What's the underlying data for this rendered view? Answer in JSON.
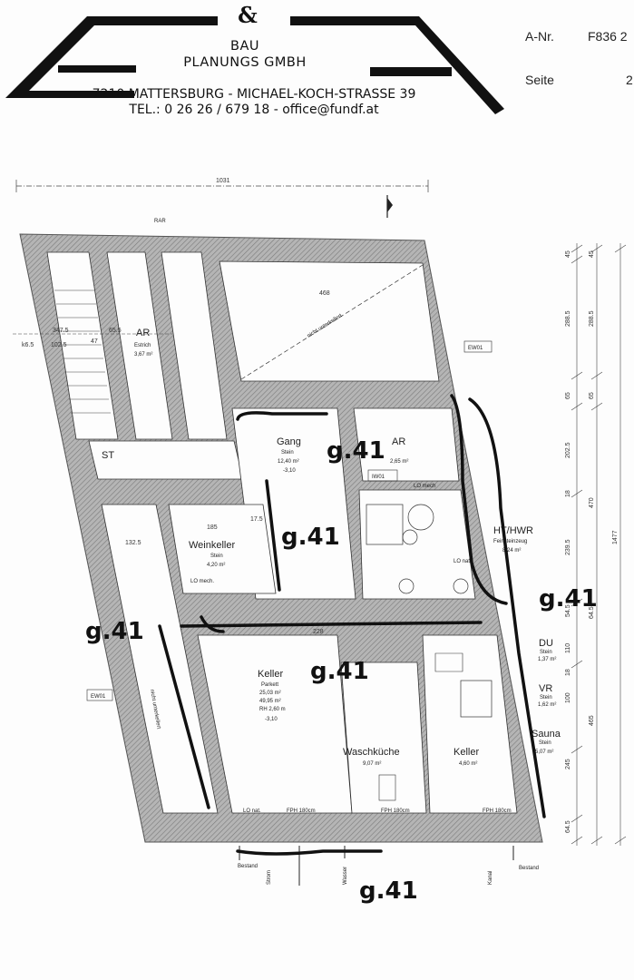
{
  "header": {
    "ampersand": "&",
    "company_line1": "BAU",
    "company_line2": "PLANUNGS GMBH",
    "address_line1": "7210 MATTERSBURG - MICHAEL-KOCH-STRASSE 39",
    "address_line2": "TEL.: 0 26 26 / 679 18 - office@fundf.at",
    "a_nr_label": "A-Nr.",
    "a_nr_value": "F836 2",
    "seite_label": "Seite",
    "seite_value": "2"
  },
  "plan": {
    "top_dim": "1031",
    "room_ar_top": {
      "name": "AR",
      "sub": "Estrich",
      "area": "3,67 m²"
    },
    "room_gang": {
      "name": "Gang",
      "sub": "Stein",
      "area": "12,40 m²",
      "level": "-3,10"
    },
    "room_ar_mid": {
      "name": "AR",
      "area": "2,65 m²"
    },
    "room_weinkeller": {
      "name": "Weinkeller",
      "sub": "Stein",
      "area": "4,20 m²",
      "note": "LO mech."
    },
    "room_hthwr": {
      "name": "HT/HWR",
      "sub": "Feinsteinzeug",
      "area": "8,24 m²"
    },
    "room_keller_main": {
      "name": "Keller",
      "sub": "Parkett",
      "area": "25,03 m²",
      "extra1": "49,95 m²",
      "extra2": "RH 2,60 m",
      "level": "-3,10"
    },
    "room_waschkueche": {
      "name": "Waschküche",
      "area": "9,07 m²"
    },
    "room_keller_small": {
      "name": "Keller",
      "area": "4,60 m²"
    },
    "room_du": {
      "name": "DU",
      "sub": "Stein",
      "area": "1,37 m²"
    },
    "room_vr": {
      "name": "VR",
      "sub": "Stein",
      "area": "1,62 m²"
    },
    "room_sauna": {
      "name": "Sauna",
      "sub": "Stein",
      "area": "5,07 m²"
    },
    "label_st": "ST",
    "label_iwo1": "IW01",
    "label_ewo1_right": "EW01",
    "label_ewo1_left": "EW01",
    "label_rar": "RAR",
    "label_lo_mech": "LO mech",
    "label_lo_nat": "LO nat.",
    "label_fph1": "FPH 180cm",
    "label_fph2": "FPH 180cm",
    "label_fph3": "FPH 180cm",
    "label_nicht_unterkellert_top": "nicht unterkellert",
    "label_nicht_unterkellert_left": "nicht unterkellert",
    "label_bestand1": "Bestand",
    "label_bestand2": "Bestand",
    "label_wasser": "Wasser",
    "label_kanal": "Kanal",
    "label_strom": "Strom",
    "dims_top": [
      "347.5",
      "65.5",
      "47",
      "k6.5",
      "102.5",
      "185",
      "132.5",
      "17.5",
      "228",
      "468"
    ],
    "dims_right": [
      "45",
      "288.5",
      "65",
      "202.5",
      "18",
      "239.5",
      "54.5",
      "110",
      "18",
      "100",
      "245",
      "64.5",
      "45",
      "288.5",
      "65",
      "470",
      "64.5",
      "465",
      "1477"
    ],
    "handwritten": [
      "g.41",
      "g.41",
      "g.41",
      "g.41",
      "g.41",
      "g.41"
    ]
  },
  "colors": {
    "wall_hatch": "#9a9a9a",
    "wall_dark": "#6d6d6d",
    "ink": "#111111",
    "paper": "#fdfdfd"
  }
}
